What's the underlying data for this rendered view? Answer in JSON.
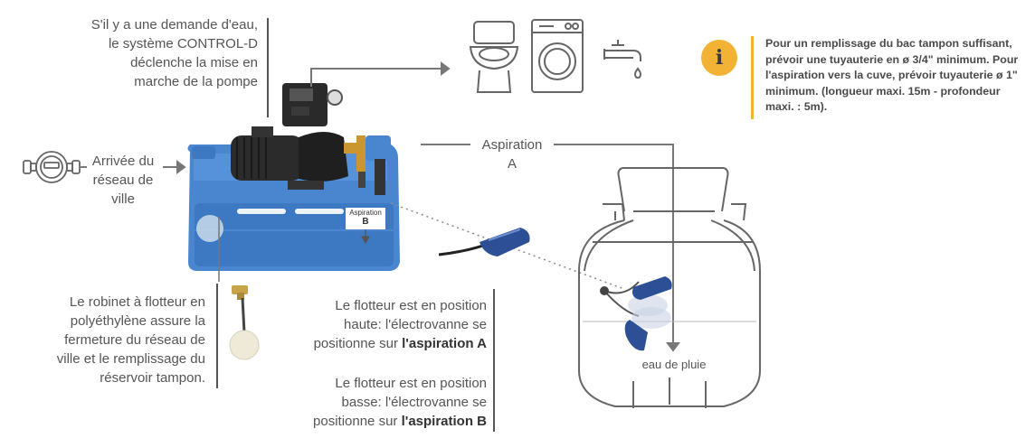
{
  "top_note": {
    "lines": [
      "S'il y a une demande d'eau,",
      "le système CONTROL-D",
      "déclenche la mise en",
      "marche de la pompe"
    ]
  },
  "arrivee": {
    "lines": [
      "Arrivée du",
      "réseau de",
      "ville"
    ]
  },
  "aspiration_a": {
    "lines": [
      "Aspiration",
      "A"
    ]
  },
  "aspiration_b": {
    "lines": [
      "Aspiration",
      "B"
    ]
  },
  "info": {
    "text": "Pour un remplissage du bac tampon suffisant, prévoir une tuyauterie en ø 3/4\" minimum. Pour l'aspiration vers la cuve, prévoir tuyauterie ø 1\" minimum. (longueur maxi. 15m - profondeur maxi. : 5m).",
    "icon_glyph": "i",
    "accent_color": "#f2b233"
  },
  "robinet": {
    "lines": [
      "Le robinet à flotteur en",
      "polyéthylène assure la",
      "fermeture du réseau de",
      "ville et le remplissage du",
      "réservoir tampon."
    ]
  },
  "flotteur_haut": {
    "lines": [
      "Le flotteur est en position",
      "haute: l'électrovanne se",
      "positionne sur "
    ],
    "bold": "l'aspiration A"
  },
  "flotteur_bas": {
    "lines": [
      "Le flotteur est en position",
      "basse: l'électrovanne se",
      "positionne sur "
    ],
    "bold": "l'aspiration B"
  },
  "tank_label": "eau de pluie",
  "icons": [
    "water-meter-icon",
    "toilet-icon",
    "washing-machine-icon",
    "faucet-icon",
    "info-icon"
  ],
  "colors": {
    "tank_blue": "#4a86d0",
    "pump_dark": "#2b2b2b",
    "line_gray": "#777777",
    "accent": "#f2b233"
  }
}
